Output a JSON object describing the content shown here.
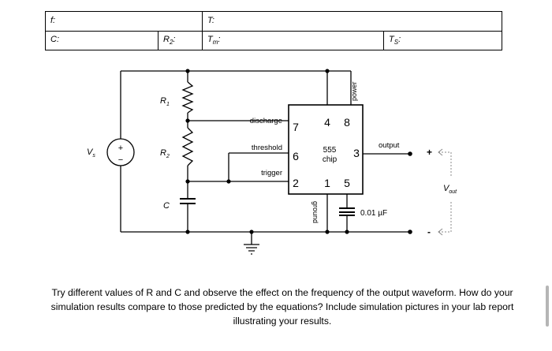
{
  "table": {
    "f_label": "f:",
    "T_label": "T:",
    "C_label": "C:",
    "R2_label": "R",
    "R2_sub": "2",
    "R2_colon": ":",
    "Tm_label": "T",
    "Tm_sub": "m",
    "Tm_colon": ":",
    "Ts_label": "T",
    "Ts_sub": "S",
    "Ts_colon": ":"
  },
  "circuit": {
    "vs_label": "V",
    "vs_sub": "s",
    "vs_plus": "+",
    "vs_minus": "−",
    "r1_label": "R",
    "r1_sub": "1",
    "r2_label": "R",
    "r2_sub": "2",
    "c_label": "C",
    "pin_discharge": "discharge",
    "pin_threshold": "threshold",
    "pin_trigger": "trigger",
    "pin_output": "output",
    "pin_power": "power",
    "pin_ground": "ground",
    "pin7": "7",
    "pin6": "6",
    "pin2": "2",
    "pin4": "4",
    "pin8": "8",
    "pin1": "1",
    "pin5": "5",
    "pin3": "3",
    "chip_line1": "555",
    "chip_line2": "chip",
    "cap_value": "0.01 µF",
    "out_plus": "+",
    "out_minus": "-",
    "vout_label": "V",
    "vout_sub": "out"
  },
  "caption": "Try different values of R and C and observe the effect on the frequency of the output waveform. How do your simulation results compare to those predicted by the equations? Include simulation pictures in your lab report illustrating your results."
}
